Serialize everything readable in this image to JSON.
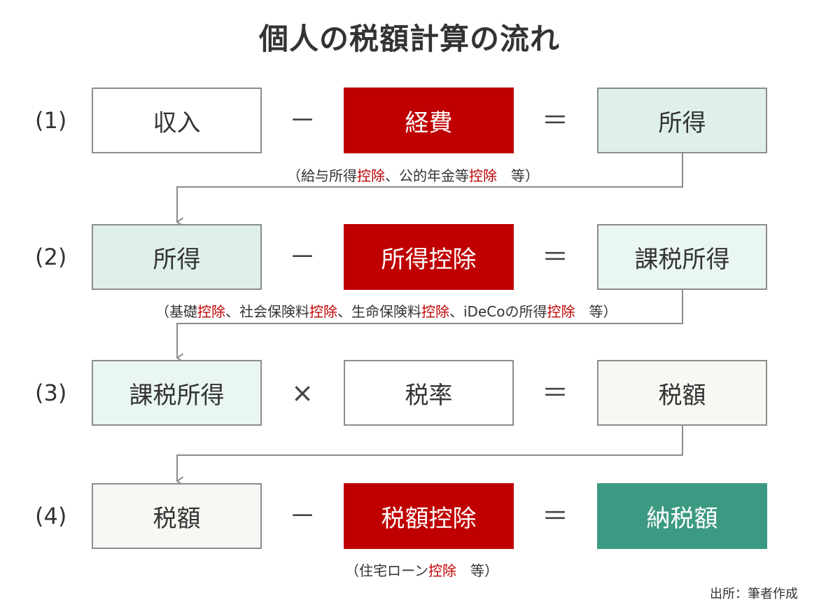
{
  "title": "個人の税額計算の流れ",
  "rows": [
    {
      "label": "(1)",
      "box1": "収入",
      "op1": "－",
      "box2": "経費",
      "op2": "＝",
      "box3": "所得",
      "note": {
        "open": "（",
        "p1": "給与所得",
        "h1": "控除",
        "p2": "、公的年金等",
        "h2": "控除",
        "p3": "　等",
        "close": "）"
      }
    },
    {
      "label": "(2)",
      "box1": "所得",
      "op1": "－",
      "box2": "所得控除",
      "op2": "＝",
      "box3": "課税所得",
      "note": {
        "open": "（",
        "p1": "基礎",
        "h1": "控除",
        "p2": "、社会保険料",
        "h2": "控除",
        "p3": "、生命保険料",
        "h3": "控除",
        "p4": "、iDeCoの所得",
        "h4": "控除",
        "p5": "　等",
        "close": "）"
      }
    },
    {
      "label": "(3)",
      "box1": "課税所得",
      "op1": "×",
      "box2": "税率",
      "op2": "＝",
      "box3": "税額"
    },
    {
      "label": "(4)",
      "box1": "税額",
      "op1": "－",
      "box2": "税額控除",
      "op2": "＝",
      "box3": "納税額",
      "note": {
        "open": "（",
        "p1": "住宅ローン",
        "h1": "控除",
        "p2": "　等",
        "close": "）"
      }
    }
  ],
  "source": "出所：筆者作成",
  "colors": {
    "red": "#c00000",
    "mint": "#dff0ea",
    "mint_light": "#eaf6f4",
    "beige": "#f9f7f3",
    "green": "#3d9a82",
    "border": "#8c8c8c",
    "arrow": "#8c8c8c"
  }
}
